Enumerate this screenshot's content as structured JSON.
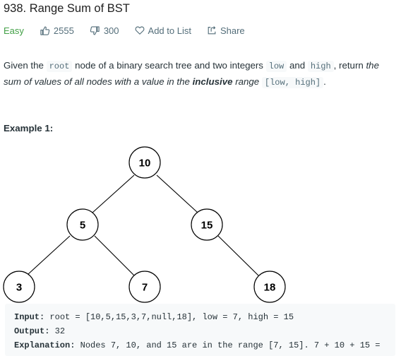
{
  "problem": {
    "title": "938. Range Sum of BST",
    "difficulty": "Easy",
    "likes": "2555",
    "dislikes": "300",
    "add_to_list": "Add to List",
    "share": "Share"
  },
  "description": {
    "t1": "Given the ",
    "c1": "root",
    "t2": " node of a binary search tree and two integers ",
    "c2": "low",
    "t3": " and ",
    "c3": "high",
    "t4": ", return ",
    "i1": "the sum of values of all nodes with a value in the ",
    "b1": "inclusive",
    "i2": " range",
    "t5": " ",
    "c4": "[low, high]",
    "t6": "."
  },
  "example": {
    "heading": "Example 1:",
    "input_label": "Input:",
    "input_value": " root = [10,5,15,3,7,null,18], low = 7, high = 15",
    "output_label": "Output:",
    "output_value": " 32",
    "explanation_label": "Explanation:",
    "explanation_value": " Nodes 7, 10, and 15 are in the range [7, 15]. 7 + 10 + 15 ="
  },
  "tree": {
    "nodes": [
      {
        "id": "n10",
        "label": "10"
      },
      {
        "id": "n5",
        "label": "5"
      },
      {
        "id": "n15",
        "label": "15"
      },
      {
        "id": "n3",
        "label": "3"
      },
      {
        "id": "n7",
        "label": "7"
      },
      {
        "id": "n18",
        "label": "18"
      }
    ]
  },
  "colors": {
    "easy": "#43a047",
    "text": "#263238",
    "muted": "#546e7a",
    "code_bg": "#f7f9fa"
  }
}
